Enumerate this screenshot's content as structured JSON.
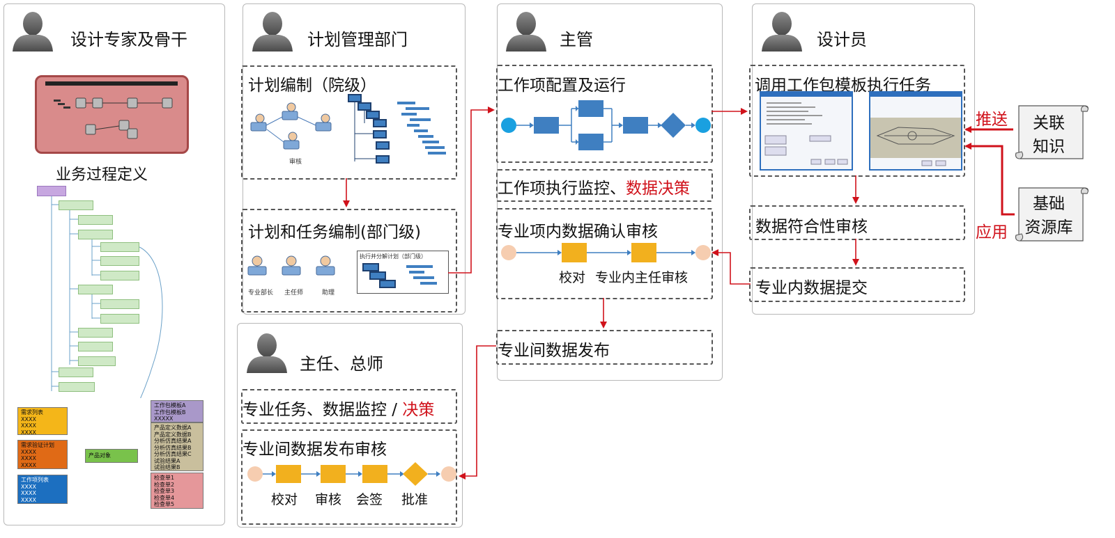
{
  "roles": {
    "experts": "设计专家及骨干",
    "planning": "计划管理部门",
    "supervisor": "主管",
    "designer": "设计员",
    "director": "主任、总师"
  },
  "experts": {
    "process_label": "业务过程定义",
    "legend": {
      "req_list_title": "需求列表",
      "req_verify_title": "需求验证计划",
      "work_item_title": "工作项列表",
      "items_xxxx": [
        "XXXX",
        "XXXX",
        "XXXX"
      ],
      "product_object": "产品对象",
      "pkg_templates": [
        "工作包模板A",
        "工作包模板B",
        "XXXXX"
      ],
      "product_defs": [
        "产品定义数据A",
        "产品定义数据B",
        "分析仿真结果A",
        "分析仿真结果B",
        "分析仿真结果C",
        "试验结果A",
        "试验结果B"
      ],
      "check_sheets": [
        "检查单1",
        "检查单2",
        "检查单3",
        "检查单4",
        "检查单5"
      ]
    }
  },
  "planning": {
    "plan_institute": "计划编制（院级）",
    "plan_dept": "计划和任务编制(部门级)",
    "roles_small": [
      "专业部长",
      "主任师",
      "助理"
    ],
    "audit_small": "审核",
    "exec_plan_title": "执行并分解计划（部门级）"
  },
  "supervisor": {
    "config_run": "工作项配置及运行",
    "monitor": "工作项执行监控、",
    "monitor_red": "数据决策",
    "confirm": "专业项内数据确认审核",
    "proofread": "校对",
    "intra_review": "专业内主任审核",
    "release": "专业间数据发布"
  },
  "designer": {
    "invoke": "调用工作包模板执行任务",
    "compliance": "数据符合性审核",
    "submit": "专业内数据提交",
    "push": "推送",
    "apply": "应用",
    "related_knowledge": [
      "关联",
      "知识"
    ],
    "base_library": [
      "基础",
      "资源库"
    ]
  },
  "director": {
    "monitor": "专业任务、数据监控 / ",
    "monitor_red": "决策",
    "review": "专业间数据发布审核",
    "steps": [
      "校对",
      "审核",
      "会签",
      "批准"
    ]
  },
  "colors": {
    "red_arrow": "#d0121b",
    "flow_blue": "#3f7fc1",
    "flow_gold": "#f2b01e",
    "circle_cyan": "#1aa0e0",
    "circle_peach": "#f6cdb0"
  }
}
